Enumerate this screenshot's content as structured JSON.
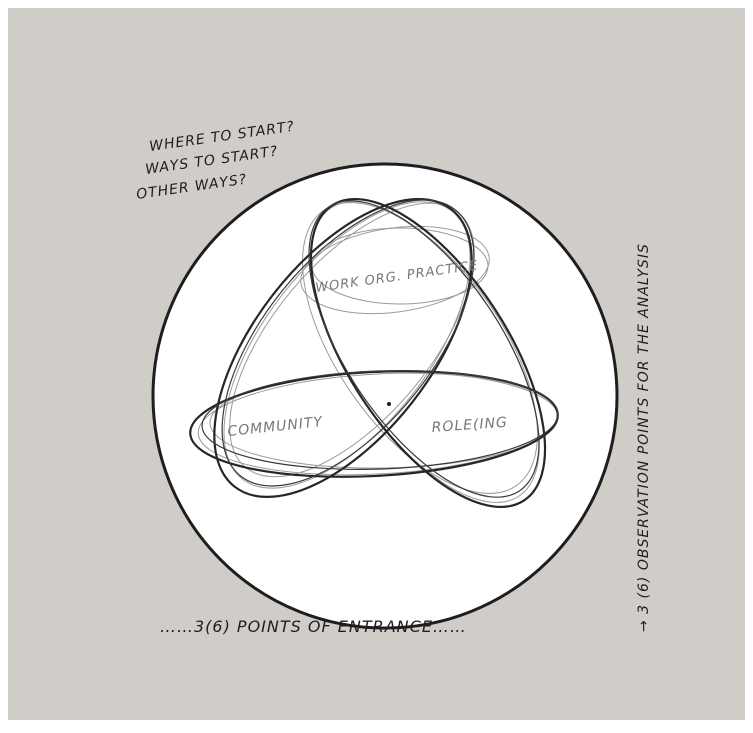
{
  "colors": {
    "background": "#d0cdc8",
    "disc": "#ffffff",
    "ink": "#1e1e1e",
    "pencil": "#8a8a8a"
  },
  "notes": {
    "line1": "WHERE TO START?",
    "line2": "WAYS TO START?",
    "line3": "OTHER WAYS?"
  },
  "circles": {
    "top": "WORK ORG. PRACTICE",
    "left": "COMMUNITY",
    "right": "ROLE(ING"
  },
  "bottom_caption": "……3(6) POINTS OF ENTRANCE……",
  "side_caption": "→ 3 (6) OBSERVATION POINTS FOR THE ANALYSIS"
}
